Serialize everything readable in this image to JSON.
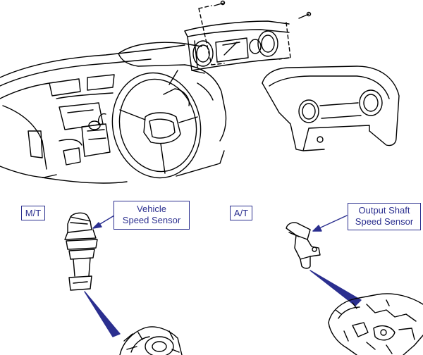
{
  "labels": {
    "mt": "M/T",
    "at": "A/T",
    "vehicle_speed_sensor": [
      "Vehicle",
      "Speed Sensor"
    ],
    "output_shaft_speed_sensor": [
      "Output Shaft",
      "Speed Sensor"
    ]
  },
  "colors": {
    "line_art": "#000000",
    "callout": "#2b2f8f"
  }
}
